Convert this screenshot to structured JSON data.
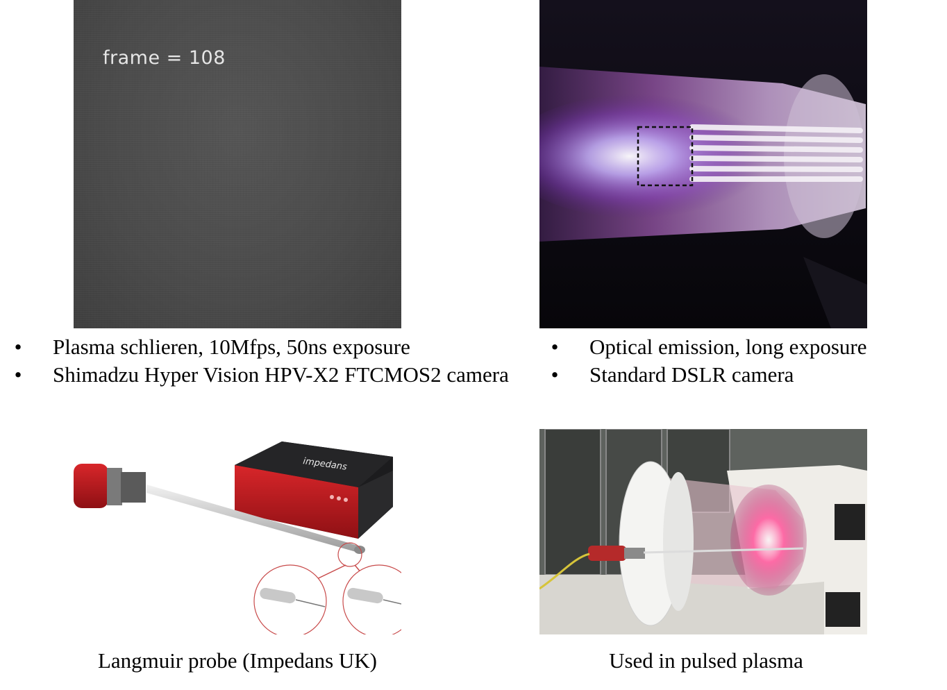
{
  "schlieren": {
    "overlay_text": "frame = 108"
  },
  "emission_photo": {
    "marker": "dashed-rectangle"
  },
  "probe_photo": {
    "brand_text": "impedans"
  },
  "left_bullets": [
    "Plasma schlieren, 10Mfps, 50ns exposure",
    "Shimadzu Hyper Vision HPV-X2 FTCMOS2 camera"
  ],
  "right_bullets": [
    "Optical emission, long exposure",
    "Standard DSLR camera"
  ],
  "bullet_glyph": "•",
  "captions": {
    "probe": "Langmuir probe (Impedans UK)",
    "pulsed": "Used in pulsed plasma"
  }
}
